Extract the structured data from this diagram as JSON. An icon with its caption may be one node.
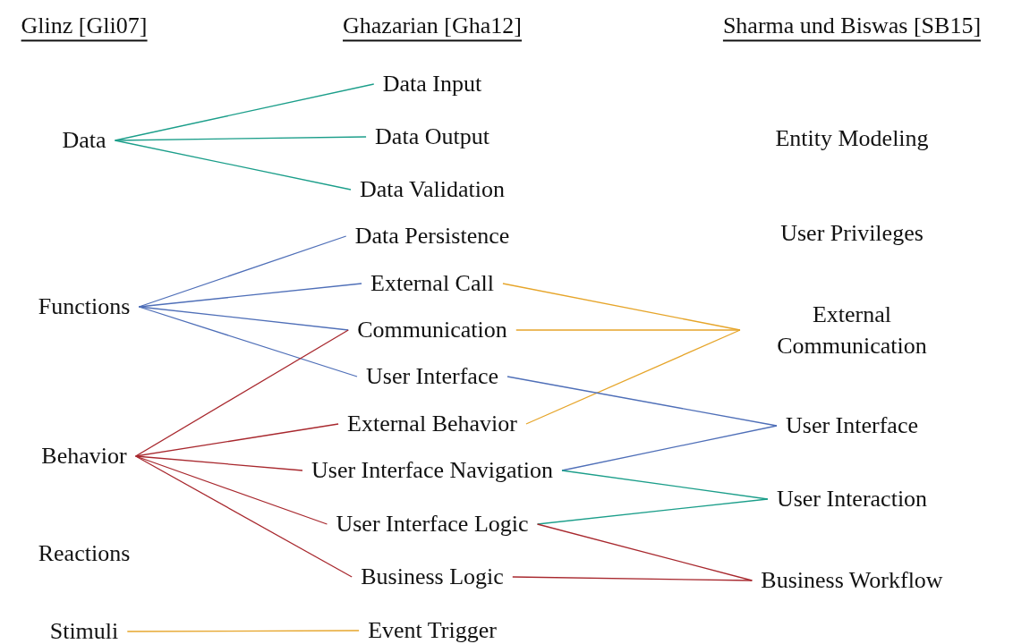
{
  "diagram": {
    "nodes": [
      {
        "text": [
          "Data"
        ]
      },
      {
        "text": [
          "Functions"
        ]
      },
      {
        "text": [
          "Behavior"
        ]
      },
      {
        "text": [
          "Reactions"
        ]
      },
      {
        "text": [
          "Stimuli"
        ]
      },
      {
        "text": [
          "Data Input"
        ]
      },
      {
        "text": [
          "Data Output"
        ]
      },
      {
        "text": [
          "Data Validation"
        ]
      },
      {
        "text": [
          "Data Persistence"
        ]
      },
      {
        "text": [
          "External Call"
        ]
      },
      {
        "text": [
          "Communication"
        ]
      },
      {
        "text": [
          "User Interface"
        ]
      },
      {
        "text": [
          "External Behavior"
        ]
      },
      {
        "text": [
          "User Interface Navigation"
        ]
      },
      {
        "text": [
          "User Interface Logic"
        ]
      },
      {
        "text": [
          "Business Logic"
        ]
      },
      {
        "text": [
          "Event Trigger"
        ]
      },
      {
        "text": [
          "Entity Modeling"
        ]
      },
      {
        "text": [
          "User Privileges"
        ]
      },
      {
        "text": [
          "External Communication"
        ]
      },
      {
        "text": [
          "User Interface"
        ]
      },
      {
        "text": [
          "User Interaction"
        ]
      },
      {
        "text": [
          "Business Workflow"
        ]
      }
    ],
    "edges": [
      {
        "from": 0,
        "to": 5,
        "arrow": "none",
        "color": "#1b9e8a"
      },
      {
        "from": 0,
        "to": 6,
        "arrow": "none",
        "color": "#1b9e8a"
      },
      {
        "from": 0,
        "to": 7,
        "arrow": "none",
        "color": "#1b9e8a"
      },
      {
        "from": 1,
        "to": 8,
        "arrow": "none",
        "color": "#4f6fb8"
      },
      {
        "from": 1,
        "to": 9,
        "arrow": "none",
        "color": "#4f6fb8"
      },
      {
        "from": 1,
        "to": 10,
        "arrow": "none",
        "color": "#4f6fb8"
      },
      {
        "from": 1,
        "to": 11,
        "arrow": "none",
        "color": "#4f6fb8"
      },
      {
        "from": 2,
        "to": 10,
        "arrow": "none",
        "color": "#a8282e"
      },
      {
        "from": 2,
        "to": 12,
        "arrow": "none",
        "color": "#a8282e"
      },
      {
        "from": 2,
        "to": 13,
        "arrow": "none",
        "color": "#a8282e"
      },
      {
        "from": 2,
        "to": 14,
        "arrow": "none",
        "color": "#a8282e"
      },
      {
        "from": 2,
        "to": 15,
        "arrow": "none",
        "color": "#a8282e"
      },
      {
        "from": 4,
        "to": 16,
        "arrow": "none",
        "color": "#e6a52a"
      },
      {
        "from": 9,
        "to": 19,
        "arrow": "none",
        "color": "#e6a52a"
      },
      {
        "from": 10,
        "to": 19,
        "arrow": "none",
        "color": "#e6a52a"
      },
      {
        "from": 12,
        "to": 19,
        "arrow": "none",
        "color": "#e6a52a"
      },
      {
        "from": 11,
        "to": 20,
        "arrow": "none",
        "color": "#4f6fb8"
      },
      {
        "from": 13,
        "to": 20,
        "arrow": "none",
        "color": "#4f6fb8"
      },
      {
        "from": 13,
        "to": 21,
        "arrow": "none",
        "color": "#1b9e8a"
      },
      {
        "from": 14,
        "to": 21,
        "arrow": "none",
        "color": "#1b9e8a"
      },
      {
        "from": 14,
        "to": 22,
        "arrow": "none",
        "color": "#a8282e"
      },
      {
        "from": 15,
        "to": 22,
        "arrow": "none",
        "color": "#a8282e"
      }
    ],
    "labels": [
      "Glinz [Gli07]",
      "Ghazarian [Gha12]",
      "Sharma und Biswas [SB15]"
    ]
  }
}
